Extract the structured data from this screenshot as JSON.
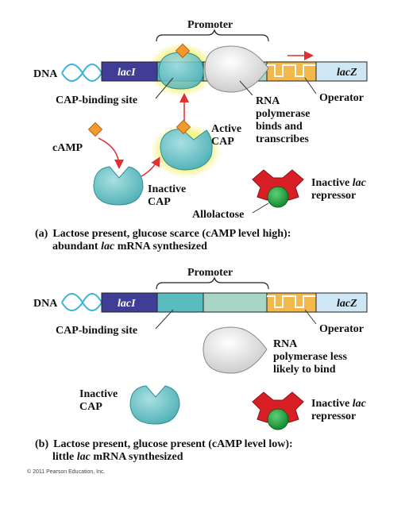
{
  "panel_a": {
    "promoter": "Promoter",
    "dna": "DNA",
    "laci": "lacI",
    "lacz": "lacZ",
    "cap_site": "CAP-binding site",
    "operator": "Operator",
    "rnap_1": "RNA",
    "rnap_2": "polymerase",
    "rnap_3": "binds and",
    "rnap_4": "transcribes",
    "camp": "cAMP",
    "active_cap_1": "Active",
    "active_cap_2": "CAP",
    "inactive_cap_1": "Inactive",
    "inactive_cap_2": "CAP",
    "repressor_1a": "Inactive ",
    "repressor_1b": "lac",
    "repressor_2": "repressor",
    "allolactose": "Allolactose",
    "caption_letter": "(a)",
    "caption_1": "Lactose present, glucose scarce (cAMP level high):",
    "caption_2a": "abundant ",
    "caption_2b": "lac",
    "caption_2c": " mRNA synthesized"
  },
  "panel_b": {
    "promoter": "Promoter",
    "dna": "DNA",
    "laci": "lacI",
    "lacz": "lacZ",
    "cap_site": "CAP-binding site",
    "operator": "Operator",
    "rnap_1": "RNA",
    "rnap_2": "polymerase less",
    "rnap_3": "likely to bind",
    "inactive_cap_1": "Inactive",
    "inactive_cap_2": "CAP",
    "repressor_1a": "Inactive ",
    "repressor_1b": "lac",
    "repressor_2": "repressor",
    "caption_letter": "(b)",
    "caption_1": "Lactose present, glucose present (cAMP level low):",
    "caption_2a": "little ",
    "caption_2b": "lac",
    "caption_2c": " mRNA synthesized"
  },
  "copyright": "© 2011 Pearson Education, Inc.",
  "colors": {
    "laci": "#3f3d96",
    "cap_site": "#5bbcbf",
    "promoter_region": "#a8d5c6",
    "operator": "#f2b84a",
    "lacz": "#cfe6f4",
    "cap_protein": "#6cc3c8",
    "camp": "#f39a2c",
    "repressor": "#d81f26",
    "allolactose": "#1f9a3a",
    "arrow": "#e03030",
    "glow": "#f3f07a"
  }
}
